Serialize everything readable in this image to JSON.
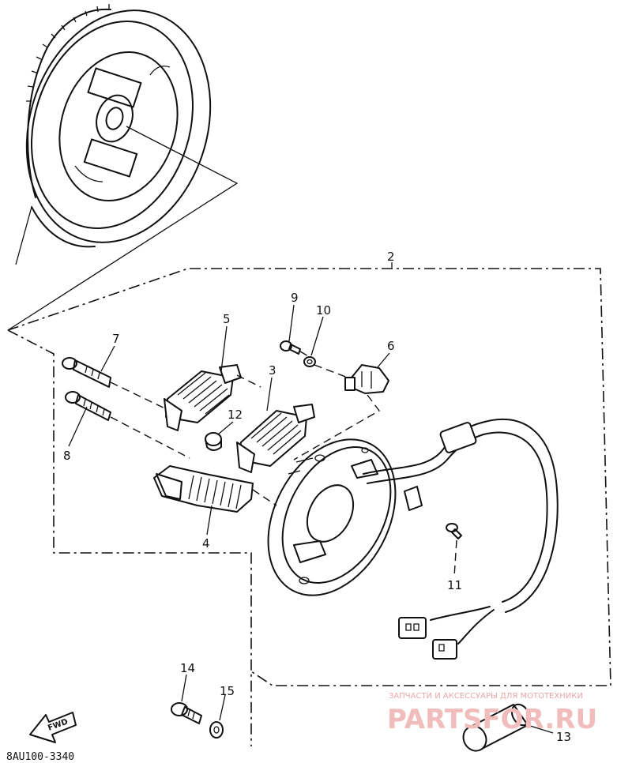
{
  "diagram": {
    "code": "8AU100-3340",
    "fwd_label": "FWD",
    "watermark": {
      "tagline": "ЗАПЧАСТИ И АКСЕССУАРЫ ДЛЯ МОТОТЕХНИКИ",
      "brand": "PARTSFOR.RU"
    },
    "callouts": [
      {
        "key": "2",
        "label": "2"
      },
      {
        "key": "3",
        "label": "3"
      },
      {
        "key": "4",
        "label": "4"
      },
      {
        "key": "5",
        "label": "5"
      },
      {
        "key": "6",
        "label": "6"
      },
      {
        "key": "7",
        "label": "7"
      },
      {
        "key": "8",
        "label": "8"
      },
      {
        "key": "9",
        "label": "9"
      },
      {
        "key": "10",
        "label": "10"
      },
      {
        "key": "11",
        "label": "11"
      },
      {
        "key": "12",
        "label": "12"
      },
      {
        "key": "13",
        "label": "13"
      },
      {
        "key": "14",
        "label": "14"
      },
      {
        "key": "15",
        "label": "15"
      }
    ]
  }
}
